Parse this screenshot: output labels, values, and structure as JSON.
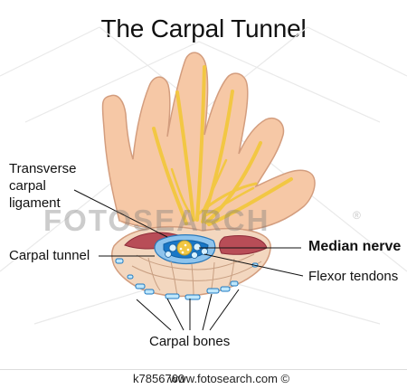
{
  "title": "The Carpal Tunnel",
  "labels": {
    "transverse_line1": "Transverse",
    "transverse_line2": "carpal",
    "transverse_line3": "ligament",
    "carpal_tunnel": "Carpal tunnel",
    "median_nerve": "Median nerve",
    "flexor_tendons": "Flexor tendons",
    "carpal_bones": "Carpal bones"
  },
  "watermark": {
    "text": "FOTOSEARCH",
    "symbol": "®"
  },
  "footer": {
    "code": "k7856760",
    "site": "www.fotosearch.com ©"
  },
  "colors": {
    "skin": "#f6c8a6",
    "skin_outline": "#d39d7e",
    "nerve": "#f2c743",
    "muscle": "#b84d57",
    "bone": "#f1d7bc",
    "tunnel": "#1877c7",
    "tendon": "#d7f1ff"
  }
}
